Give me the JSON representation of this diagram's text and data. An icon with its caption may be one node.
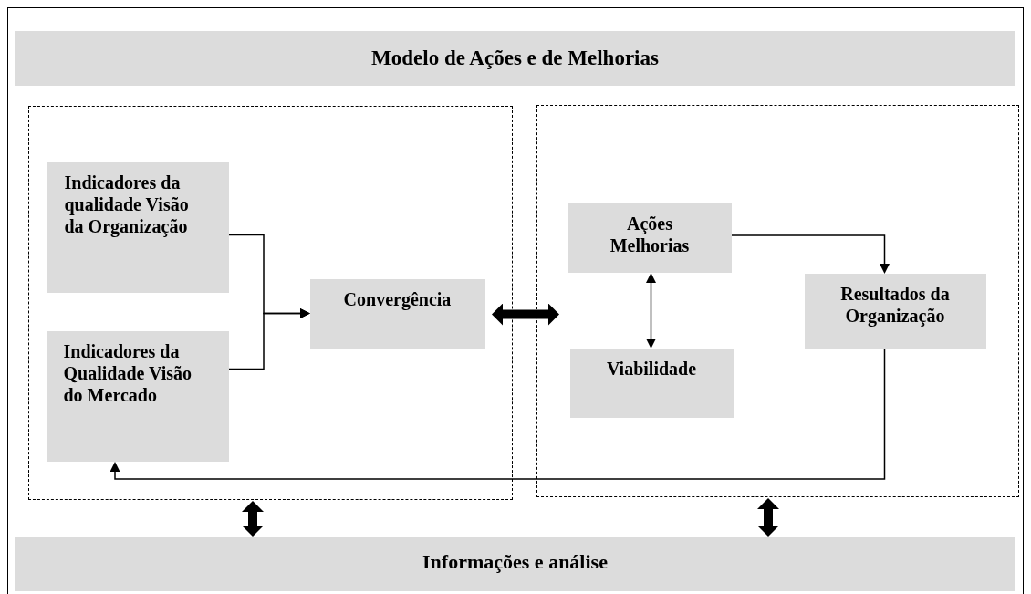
{
  "diagram": {
    "title": "Modelo de Ações e de Melhorias",
    "nodes": [
      {
        "text": [],
        "shape": "box"
      },
      {
        "text": [],
        "shape": "box"
      },
      {
        "text": [
          "Indicadores da qualidade Visão da Organização"
        ],
        "in": 0
      },
      {
        "text": [
          "Indicadores da Qualidade Visão do Mercado"
        ],
        "in": 0
      },
      {
        "text": [
          "Convergência"
        ],
        "in": 0
      },
      {
        "text": [
          "Ações Melhorias"
        ],
        "in": 1
      },
      {
        "text": [
          "Viabilidade"
        ],
        "in": 1
      },
      {
        "text": [
          "Resultados da Organização"
        ],
        "in": 1
      },
      {
        "text": [
          "Informações e análise"
        ]
      }
    ],
    "edges": [
      {
        "from": 2,
        "to": 4,
        "arrow": "to"
      },
      {
        "from": 3,
        "to": 4,
        "arrow": "to"
      },
      {
        "from": 4,
        "to": 1,
        "arrow": "both",
        "style": "thick"
      },
      {
        "from": 5,
        "to": 7,
        "arrow": "to"
      },
      {
        "from": 5,
        "to": 6,
        "arrow": "both"
      },
      {
        "from": 7,
        "to": 3,
        "arrow": "to"
      },
      {
        "from": 0,
        "to": 8,
        "arrow": "both",
        "style": "thick"
      },
      {
        "from": 1,
        "to": 8,
        "arrow": "both",
        "style": "thick"
      }
    ]
  }
}
